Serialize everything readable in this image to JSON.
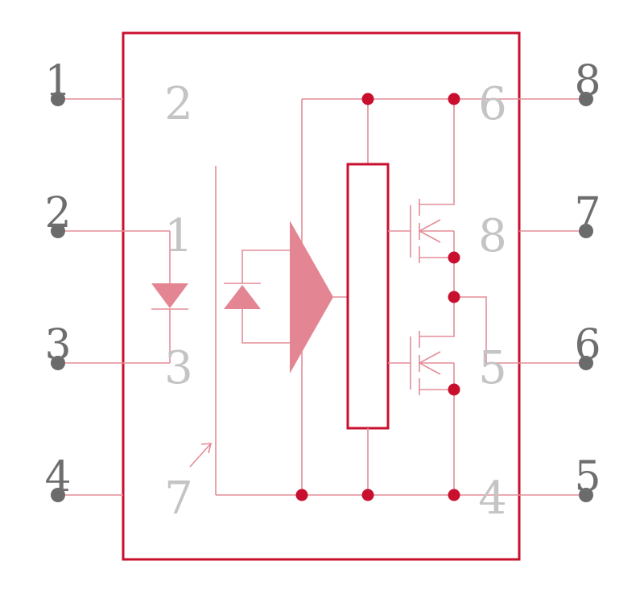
{
  "component": {
    "outer_pins_left": [
      {
        "number": "1",
        "inner_label": "2"
      },
      {
        "number": "2",
        "inner_label": "1"
      },
      {
        "number": "3",
        "inner_label": "3"
      },
      {
        "number": "4",
        "inner_label": "7"
      }
    ],
    "outer_pins_right": [
      {
        "number": "8",
        "inner_label": "6"
      },
      {
        "number": "7",
        "inner_label": "8"
      },
      {
        "number": "6",
        "inner_label": "5"
      },
      {
        "number": "5",
        "inner_label": "4"
      }
    ]
  },
  "colors": {
    "outline": "#c8102e",
    "wire": "#e38d99",
    "pin_dot": "#6b6b6b",
    "pin_text": "#6e6e6e",
    "inner_text": "#c4c4c4"
  }
}
